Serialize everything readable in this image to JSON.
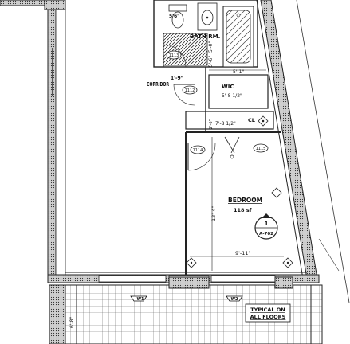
{
  "rooms": {
    "bath": {
      "name": "BATH RM.",
      "dim_a": "5'-0\"",
      "dim_b": "5'-6\"",
      "door_tag": "1113"
    },
    "wic": {
      "name": "WIC",
      "dim": "5'-8 1/2\"",
      "dim_top": "5'-1\"",
      "dim_left": "1'-9\"",
      "door_tag": "1112"
    },
    "closet": {
      "name": "CL",
      "dim": "7'-8 1/2\"",
      "dim_side": "2'-6\""
    },
    "bedroom": {
      "name": "BEDROOM",
      "area": "118 sf",
      "dim_v": "12'-4\"",
      "dim_h": "9'-11\"",
      "door_tag_a": "1114",
      "door_tag_b": "1115"
    }
  },
  "corridor": {
    "label": "CORRIDOR"
  },
  "section_marker": {
    "num": "1",
    "sheet": "A-702"
  },
  "windows": {
    "w1": "W1",
    "w2": "W2"
  },
  "note": {
    "line1": "TYPICAL ON",
    "line2": "ALL FLOORS"
  },
  "misc": {
    "left_dim": "6'-8\"",
    "partial_dim": "5'6\""
  }
}
